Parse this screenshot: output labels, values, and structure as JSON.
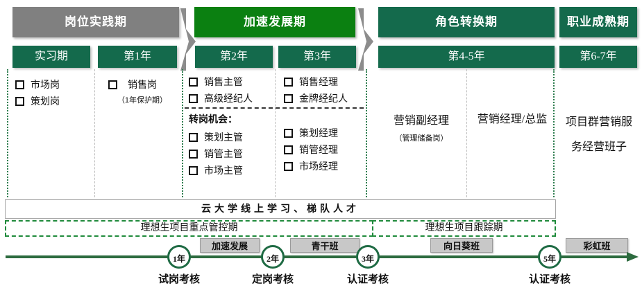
{
  "phases": [
    {
      "id": "practice",
      "label": "岗位实践期",
      "color": "#808080",
      "style": "gray"
    },
    {
      "id": "accelerate",
      "label": "加速发展期",
      "color": "#0b8011",
      "style": "bright"
    },
    {
      "id": "role-change",
      "label": "角色转换期",
      "color": "#146a4c",
      "style": "dark"
    },
    {
      "id": "mature",
      "label": "职业成熟期",
      "color": "#146a4c",
      "style": "dark"
    }
  ],
  "year_bars": [
    {
      "id": "intern",
      "label": "实习期"
    },
    {
      "id": "year1",
      "label": "第1年"
    },
    {
      "id": "year2",
      "label": "第2年"
    },
    {
      "id": "year3",
      "label": "第3年"
    },
    {
      "id": "year45",
      "label": "第4-5年"
    },
    {
      "id": "year67",
      "label": "第6-7年"
    }
  ],
  "columns": {
    "intern": {
      "items": [
        "市场岗",
        "策划岗"
      ]
    },
    "year1": {
      "items": [
        "销售岗"
      ],
      "note": "（1年保护期）"
    },
    "year2": {
      "items": [
        "销售主管",
        "高级经纪人"
      ],
      "transfer_title": "转岗机会：",
      "transfer_items": [
        "策划主管",
        "销管主管",
        "市场主管"
      ]
    },
    "year3": {
      "items": [
        "销售经理",
        "金牌经纪人"
      ],
      "transfer_items": [
        "策划经理",
        "销管经理",
        "市场经理"
      ]
    },
    "year45_left": {
      "title": "营销副经理",
      "note": "（管理储备岗）"
    },
    "year45_right": {
      "title": "营销经理/总监"
    },
    "year67": {
      "line1": "项目群营销服",
      "line2": "务经营班子"
    }
  },
  "bands": {
    "learning": "云大学线上学习、梯队人才",
    "control_period": "理想生项目重点管控期",
    "tracking_period": "理想生项目跟踪期"
  },
  "timeline": {
    "badges": [
      {
        "id": "accelerate-dev",
        "label": "加速发展"
      },
      {
        "id": "youth-class",
        "label": "青干班"
      },
      {
        "id": "sunflower-class",
        "label": "向日葵班"
      },
      {
        "id": "rainbow-class",
        "label": "彩虹班"
      }
    ],
    "nodes": [
      {
        "id": "node-1y",
        "year": "1年",
        "label": "试岗考核"
      },
      {
        "id": "node-2y",
        "year": "2年",
        "label": "定岗考核"
      },
      {
        "id": "node-3y",
        "year": "3年",
        "label": "认证考核"
      },
      {
        "id": "node-5y",
        "year": "5年",
        "label": "认证考核"
      }
    ],
    "axis_color": "#2d6b3f"
  }
}
